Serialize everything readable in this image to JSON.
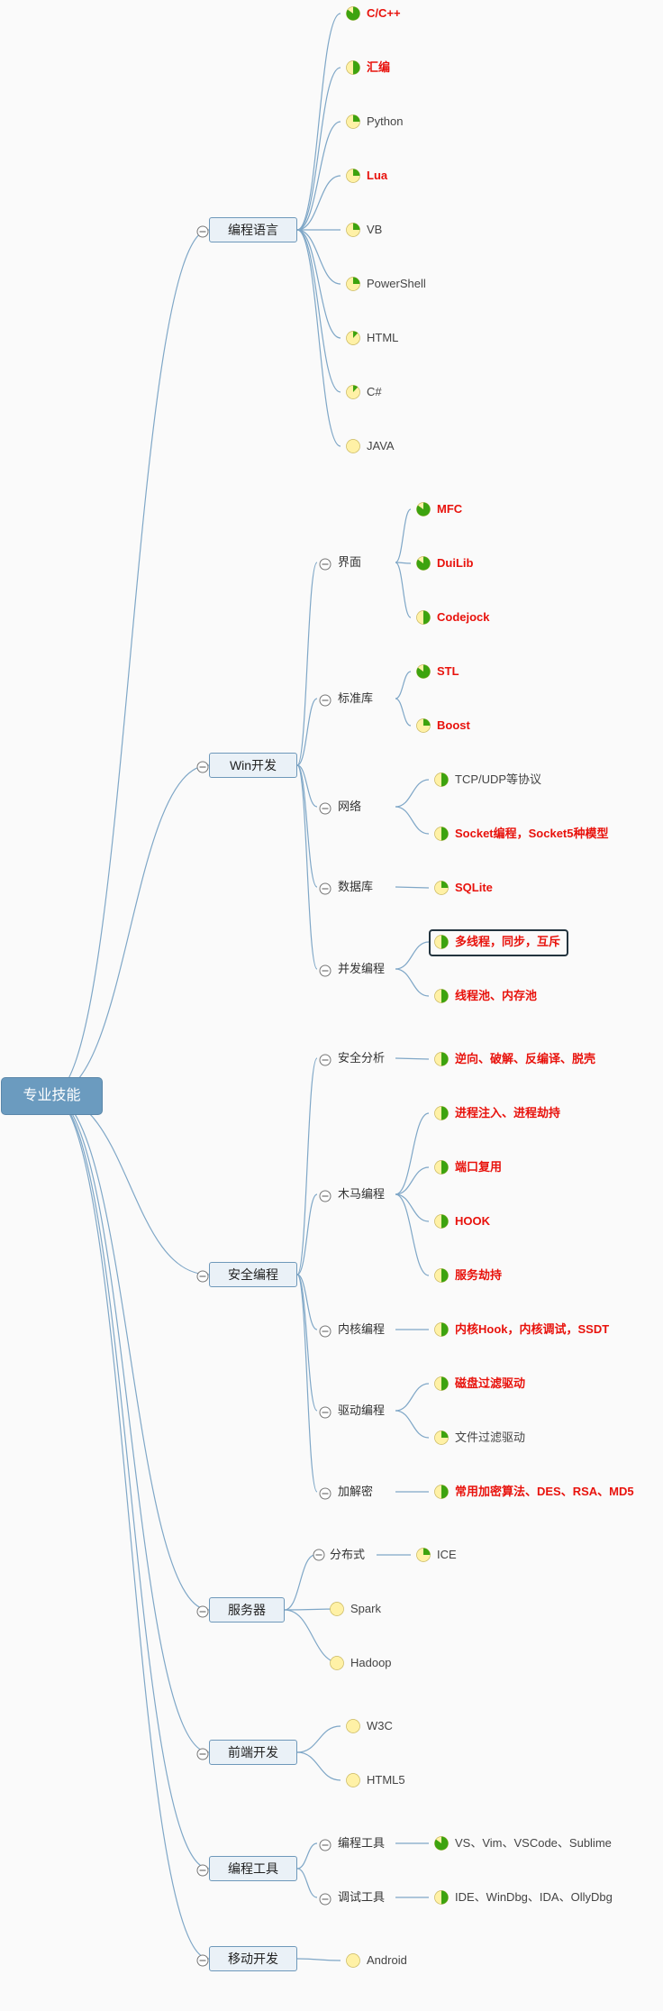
{
  "root": "专业技能",
  "colors": {
    "line": "#7fa7c7",
    "red": "#e8120c",
    "pie_fill": "#fff1a6",
    "pie_done": "#3da30f"
  },
  "categories": [
    {
      "name": "编程语言",
      "children": [
        {
          "label": "C/C++",
          "style": "red",
          "progress": 0.85
        },
        {
          "label": "汇编",
          "style": "red",
          "progress": 0.5
        },
        {
          "label": "Python",
          "style": "normal",
          "progress": 0.25
        },
        {
          "label": "Lua",
          "style": "red",
          "progress": 0.25
        },
        {
          "label": "VB",
          "style": "normal",
          "progress": 0.25
        },
        {
          "label": "PowerShell",
          "style": "normal",
          "progress": 0.25
        },
        {
          "label": "HTML",
          "style": "normal",
          "progress": 0.12
        },
        {
          "label": "C#",
          "style": "normal",
          "progress": 0.12
        },
        {
          "label": "JAVA",
          "style": "normal",
          "progress": 0
        }
      ]
    },
    {
      "name": "Win开发",
      "children": [
        {
          "label": "界面",
          "children": [
            {
              "label": "MFC",
              "style": "red",
              "progress": 0.85
            },
            {
              "label": "DuiLib",
              "style": "red",
              "progress": 0.85
            },
            {
              "label": "Codejock",
              "style": "red",
              "progress": 0.5
            }
          ]
        },
        {
          "label": "标准库",
          "children": [
            {
              "label": "STL",
              "style": "red",
              "progress": 0.85
            },
            {
              "label": "Boost",
              "style": "red",
              "progress": 0.25
            }
          ]
        },
        {
          "label": "网络",
          "children": [
            {
              "label": "TCP/UDP等协议",
              "style": "normal",
              "progress": 0.5
            },
            {
              "label": "Socket编程，Socket5种模型",
              "style": "red",
              "progress": 0.5
            }
          ]
        },
        {
          "label": "数据库",
          "children": [
            {
              "label": "SQLite",
              "style": "red",
              "progress": 0.25
            }
          ]
        },
        {
          "label": "并发编程",
          "children": [
            {
              "label": "多线程，同步，互斥",
              "style": "red",
              "progress": 0.5,
              "selected": true
            },
            {
              "label": "线程池、内存池",
              "style": "red",
              "progress": 0.5
            }
          ]
        }
      ]
    },
    {
      "name": "安全编程",
      "children": [
        {
          "label": "安全分析",
          "children": [
            {
              "label": "逆向、破解、反编译、脱壳",
              "style": "red",
              "progress": 0.5
            }
          ]
        },
        {
          "label": "木马编程",
          "children": [
            {
              "label": "进程注入、进程劫持",
              "style": "red",
              "progress": 0.5
            },
            {
              "label": "端口复用",
              "style": "red",
              "progress": 0.5
            },
            {
              "label": "HOOK",
              "style": "red",
              "progress": 0.5
            },
            {
              "label": "服务劫持",
              "style": "red",
              "progress": 0.5
            }
          ]
        },
        {
          "label": "内核编程",
          "children": [
            {
              "label": "内核Hook，内核调试，SSDT",
              "style": "red",
              "progress": 0.5
            }
          ]
        },
        {
          "label": "驱动编程",
          "children": [
            {
              "label": "磁盘过滤驱动",
              "style": "red",
              "progress": 0.5
            },
            {
              "label": "文件过滤驱动",
              "style": "normal",
              "progress": 0.25
            }
          ]
        },
        {
          "label": "加解密",
          "children": [
            {
              "label": "常用加密算法、DES、RSA、MD5",
              "style": "red",
              "progress": 0.5
            }
          ]
        }
      ]
    },
    {
      "name": "服务器",
      "children": [
        {
          "label": "分布式",
          "children": [
            {
              "label": "ICE",
              "style": "normal",
              "progress": 0.25
            }
          ]
        },
        {
          "label": "Spark",
          "style": "normal",
          "progress": 0
        },
        {
          "label": "Hadoop",
          "style": "normal",
          "progress": 0
        }
      ]
    },
    {
      "name": "前端开发",
      "children": [
        {
          "label": "W3C",
          "style": "normal",
          "progress": 0
        },
        {
          "label": "HTML5",
          "style": "normal",
          "progress": 0
        }
      ]
    },
    {
      "name": "编程工具",
      "children": [
        {
          "label": "编程工具",
          "children": [
            {
              "label": "VS、Vim、VSCode、Sublime",
              "style": "normal",
              "progress": 0.85
            }
          ]
        },
        {
          "label": "调试工具",
          "children": [
            {
              "label": "IDE、WinDbg、IDA、OllyDbg",
              "style": "normal",
              "progress": 0.5
            }
          ]
        }
      ]
    },
    {
      "name": "移动开发",
      "children": [
        {
          "label": "Android",
          "style": "normal",
          "progress": 0
        }
      ]
    }
  ]
}
